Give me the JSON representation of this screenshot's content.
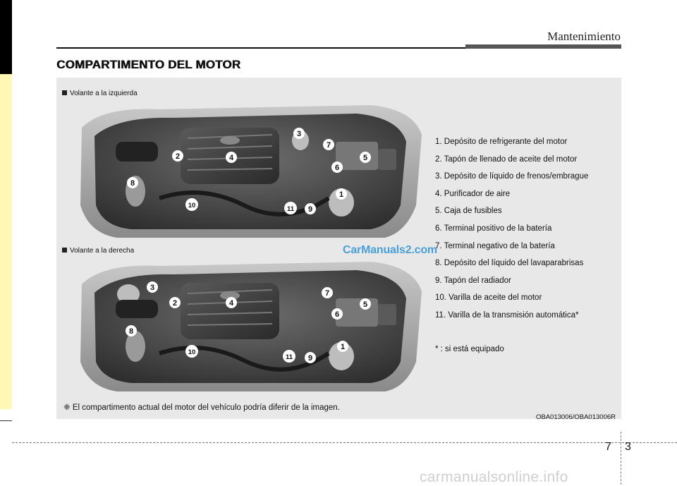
{
  "header": {
    "chapter_title": "Mantenimiento",
    "section_title": "COMPARTIMENTO DEL MOTOR"
  },
  "figure": {
    "view_left_label": "Volante a la izquierda",
    "view_right_label": "Volante a la derecha",
    "callouts": [
      "1",
      "2",
      "3",
      "4",
      "5",
      "6",
      "7",
      "8",
      "9",
      "10",
      "11"
    ],
    "legend": [
      "1. Depósito de refrigerante del motor",
      "2. Tapón de llenado de aceite del motor",
      "3. Depósito de líquido de frenos/embrague",
      "4. Purificador de aire",
      "5. Caja de fusibles",
      "6. Terminal positivo de la batería",
      "7. Terminal negativo de la batería",
      "8. Depósito del líquido del lavaparabrisas",
      "9. Tapón del radiador",
      "10. Varilla de aceite del motor",
      "11. Varilla de la transmisión automática*"
    ],
    "equipped_note": "* : si está equipado",
    "note": "❈ El compartimento actual del motor del vehículo podría diferir de la imagen.",
    "image_code": "OBA013006/OBA013006R"
  },
  "watermark": "CarManuals2.com",
  "footer": {
    "chapter_number": "7",
    "page_number": "3",
    "site_watermark": "carmanualsonline.info"
  }
}
